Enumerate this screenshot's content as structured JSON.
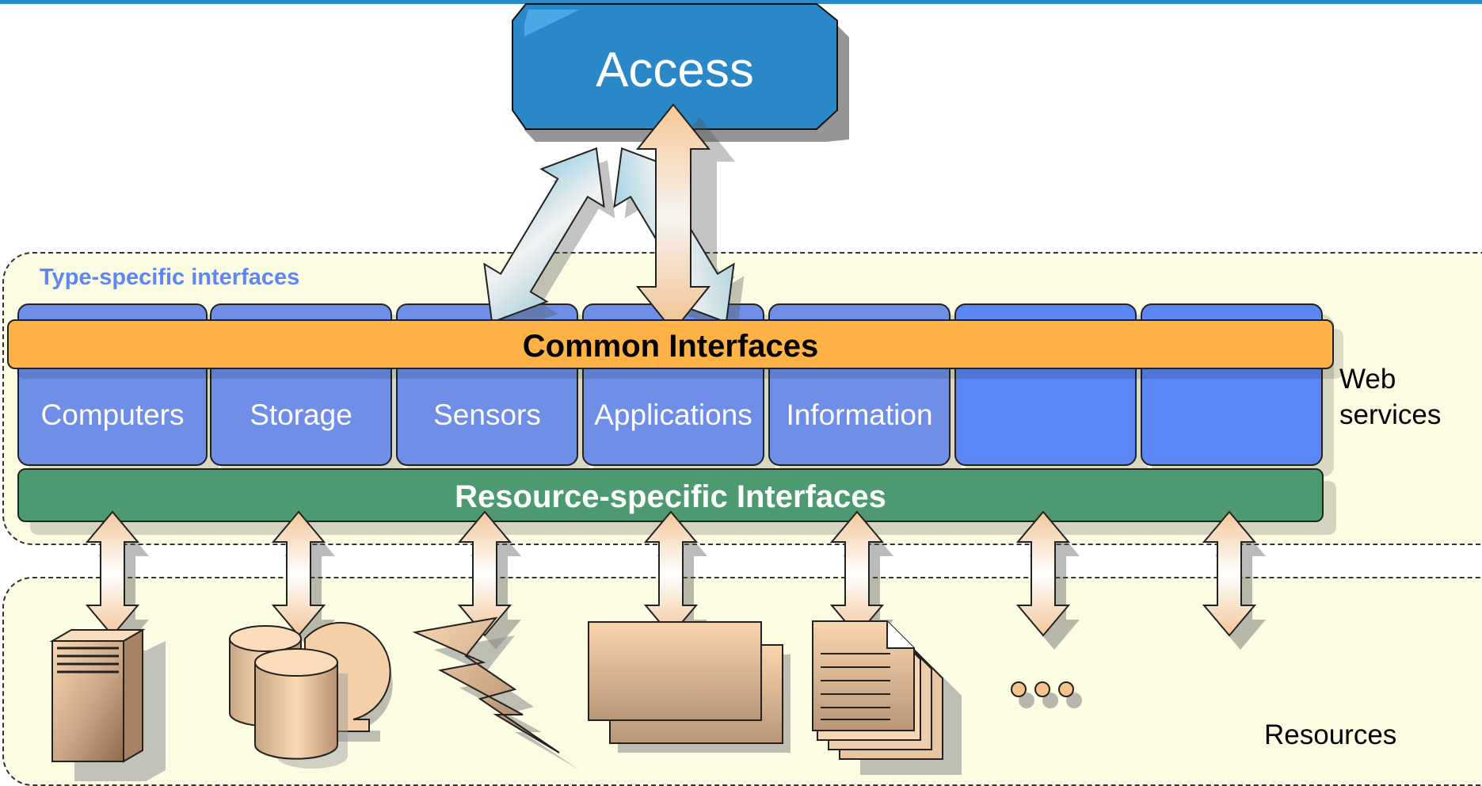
{
  "header": {
    "access_label": "Access"
  },
  "labels": {
    "type_specific": "Type-specific interfaces",
    "web_services_line1": "Web",
    "web_services_line2": "services",
    "resources": "Resources"
  },
  "layers": {
    "common": "Common Interfaces",
    "resource_specific": "Resource-specific Interfaces"
  },
  "tabs": [
    {
      "label": "Computers"
    },
    {
      "label": "Storage"
    },
    {
      "label": "Sensors"
    },
    {
      "label": "Applications"
    },
    {
      "label": "Information"
    },
    {
      "label": ""
    },
    {
      "label": ""
    }
  ],
  "icons": [
    "server-icon",
    "database-icon",
    "lightning-icon",
    "application-window-icon",
    "documents-icon",
    "ellipsis-icon"
  ],
  "colors": {
    "accent_blue": "#2A8BCB",
    "tab_blue": "#6F8EE7",
    "common_orange": "#FFB347",
    "resource_green": "#4E9A70",
    "panel_cream": "#FCFCE3",
    "type_label_blue": "#5F86F2"
  }
}
